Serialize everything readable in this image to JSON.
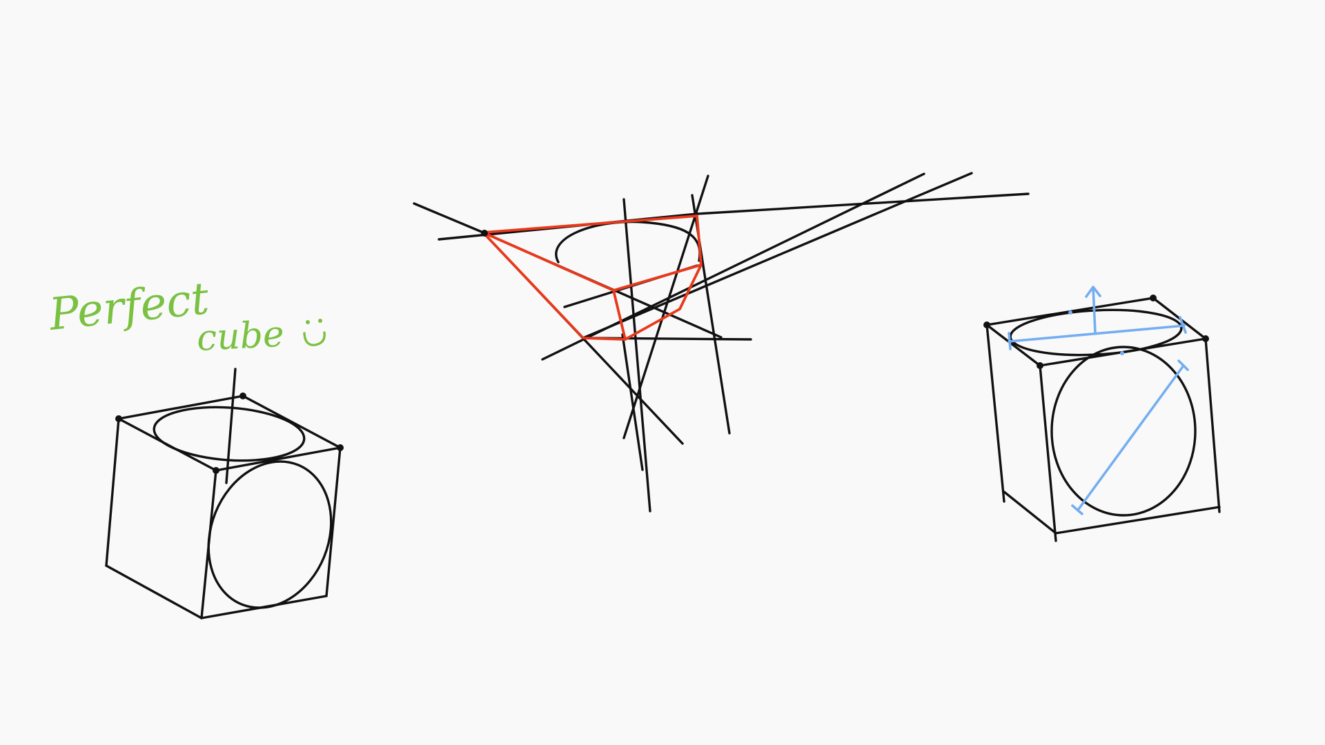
{
  "canvas": {
    "background_color": "#f9f9f9"
  },
  "colors": {
    "ink": "#111111",
    "construction_highlight": "#e8391c",
    "measure_highlight": "#74aef0",
    "note": "#7ac142"
  },
  "annotation": {
    "line1": "Perfect",
    "line2": "cube",
    "emoticon": "smiley-face-icon"
  },
  "sketches": [
    {
      "name": "perfect-cube-sketch",
      "description_icon": "cube-with-ellipses"
    },
    {
      "name": "perspective-construction-sketch",
      "description_icon": "construction-lines"
    },
    {
      "name": "measured-cube-sketch",
      "description_icon": "cube-with-measure-arrows"
    }
  ]
}
